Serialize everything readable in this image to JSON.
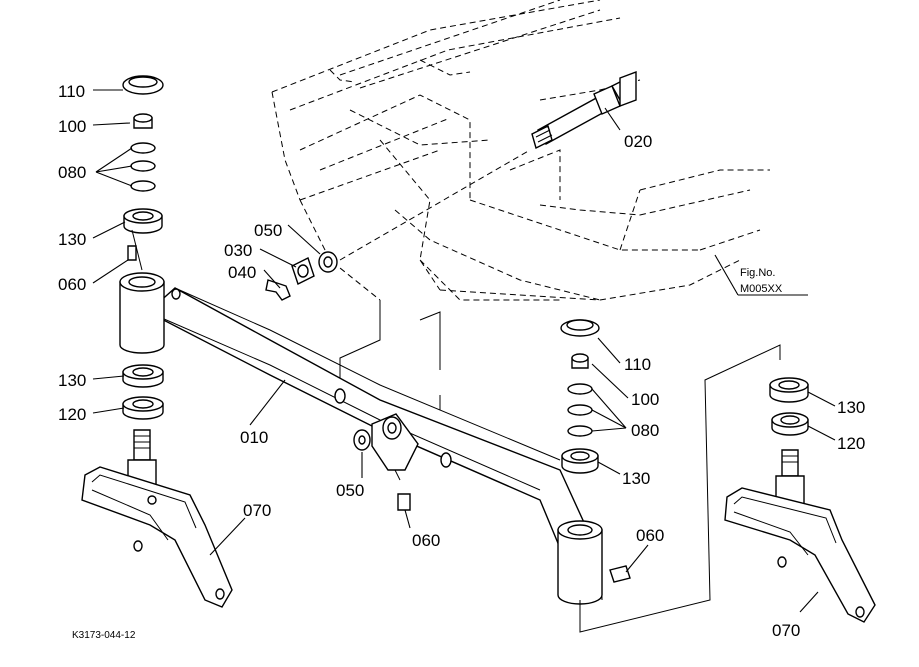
{
  "labels": {
    "l110a": "110",
    "l100a": "100",
    "l080a": "080",
    "l130a": "130",
    "l060a": "060",
    "l050a": "050",
    "l030": "030",
    "l040": "040",
    "l020": "020",
    "l130b": "130",
    "l120a": "120",
    "l010": "010",
    "l050b": "050",
    "l060b": "060",
    "l070a": "070",
    "l110b": "110",
    "l100b": "100",
    "l080b": "080",
    "l130c": "130",
    "l060c": "060",
    "l130d": "130",
    "l120b": "120",
    "l070b": "070"
  },
  "figure": {
    "fig_label": "Fig.No.",
    "fig_number": "M005XX",
    "drawing_code": "K3173-044-12"
  }
}
